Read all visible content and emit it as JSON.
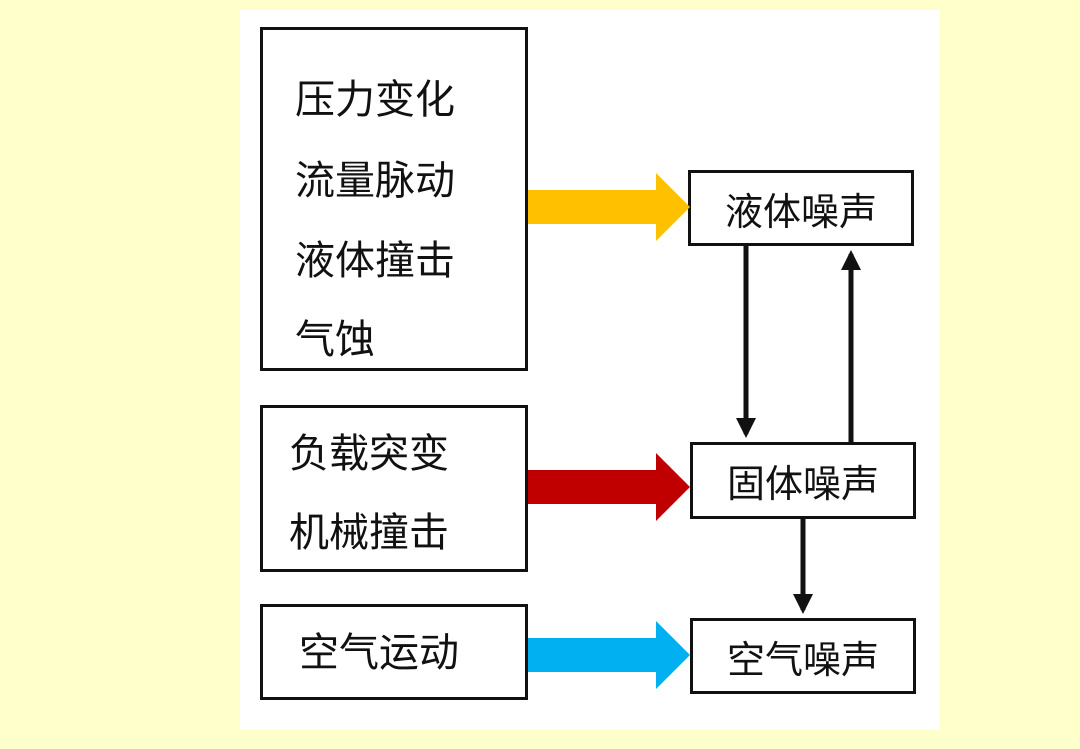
{
  "sources": {
    "fluid": {
      "lines": [
        "压力变化",
        "流量脉动",
        "液体撞击",
        "气蚀"
      ]
    },
    "structure": {
      "lines": [
        "负载突变",
        "机械撞击"
      ]
    },
    "air": {
      "lines": [
        "空气运动"
      ]
    }
  },
  "noises": {
    "liquid": "液体噪声",
    "solid": "固体噪声",
    "air": "空气噪声"
  },
  "colors": {
    "fluid_arrow": "#ffc000",
    "structure_arrow": "#c00000",
    "air_arrow": "#00b0f0",
    "connector": "#111111",
    "page_background": "#ffffcc"
  }
}
